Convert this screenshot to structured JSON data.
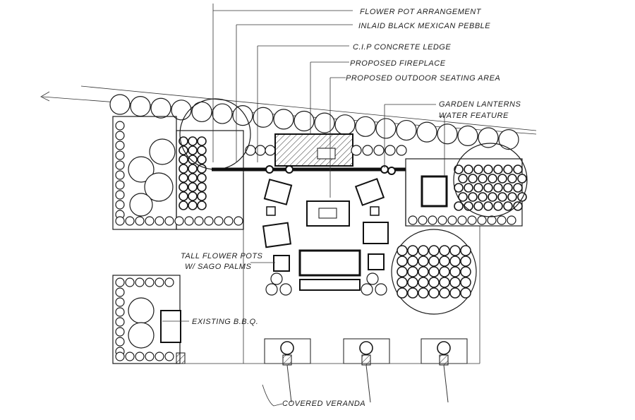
{
  "title": "Outdoor Seating Area Landscape Plan Sketch",
  "labels": {
    "flower_pot": "FLOWER POT ARRANGEMENT",
    "pebble": "INLAID BLACK MEXICAN PEBBLE",
    "ledge": "C.I.P CONCRETE LEDGE",
    "fireplace": "PROPOSED FIREPLACE",
    "seating": "PROPOSED OUTDOOR SEATING AREA",
    "lanterns": "GARDEN LANTERNS",
    "water": "WATER FEATURE",
    "tall_pots_1": "TALL FLOWER POTS",
    "tall_pots_2": "W/ SAGO PALMS",
    "bbq": "EXISTING B.B.Q.",
    "veranda": "COVERED VERANDA"
  },
  "colors": {
    "ink": "#1a1a1a",
    "paper": "#ffffff"
  }
}
